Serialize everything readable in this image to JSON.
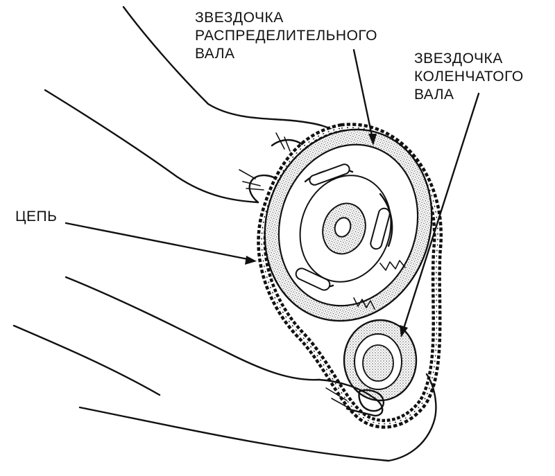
{
  "labels": {
    "camshaft_sprocket": [
      "ЗВЕЗДОЧКА",
      "РАСПРЕДЕЛИТЕЛЬНОГО",
      "ВАЛА"
    ],
    "crankshaft_sprocket": [
      "ЗВЕЗДОЧКА",
      "КОЛЕНЧАТОГО",
      "ВАЛА"
    ],
    "chain": "ЦЕПЬ"
  },
  "colors": {
    "ink": "#111111",
    "stipple": "#9a9a9a",
    "background": "#ffffff"
  }
}
